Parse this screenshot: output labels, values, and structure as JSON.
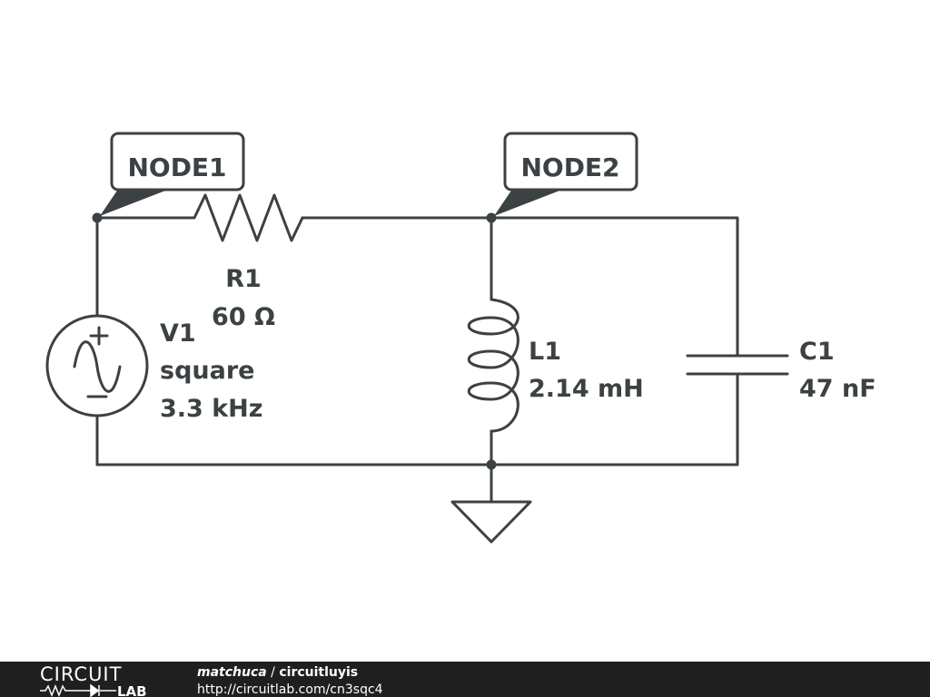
{
  "colors": {
    "wire": "#3c4143",
    "footer_bg": "#1f1f1f",
    "footer_text": "#ffffff"
  },
  "nodes": {
    "node1": "NODE1",
    "node2": "NODE2"
  },
  "components": {
    "r1": {
      "name": "R1",
      "value": "60 Ω"
    },
    "v1": {
      "name": "V1",
      "type": "square",
      "value": "3.3 kHz"
    },
    "l1": {
      "name": "L1",
      "value": "2.14 mH"
    },
    "c1": {
      "name": "C1",
      "value": "47 nF"
    }
  },
  "footer": {
    "logo_top": "CIRCUIT",
    "logo_bottom": "LAB",
    "user": "matchuca",
    "separator": " / ",
    "project": "circuitluyis",
    "url": "http://circuitlab.com/cn3sqc4"
  }
}
